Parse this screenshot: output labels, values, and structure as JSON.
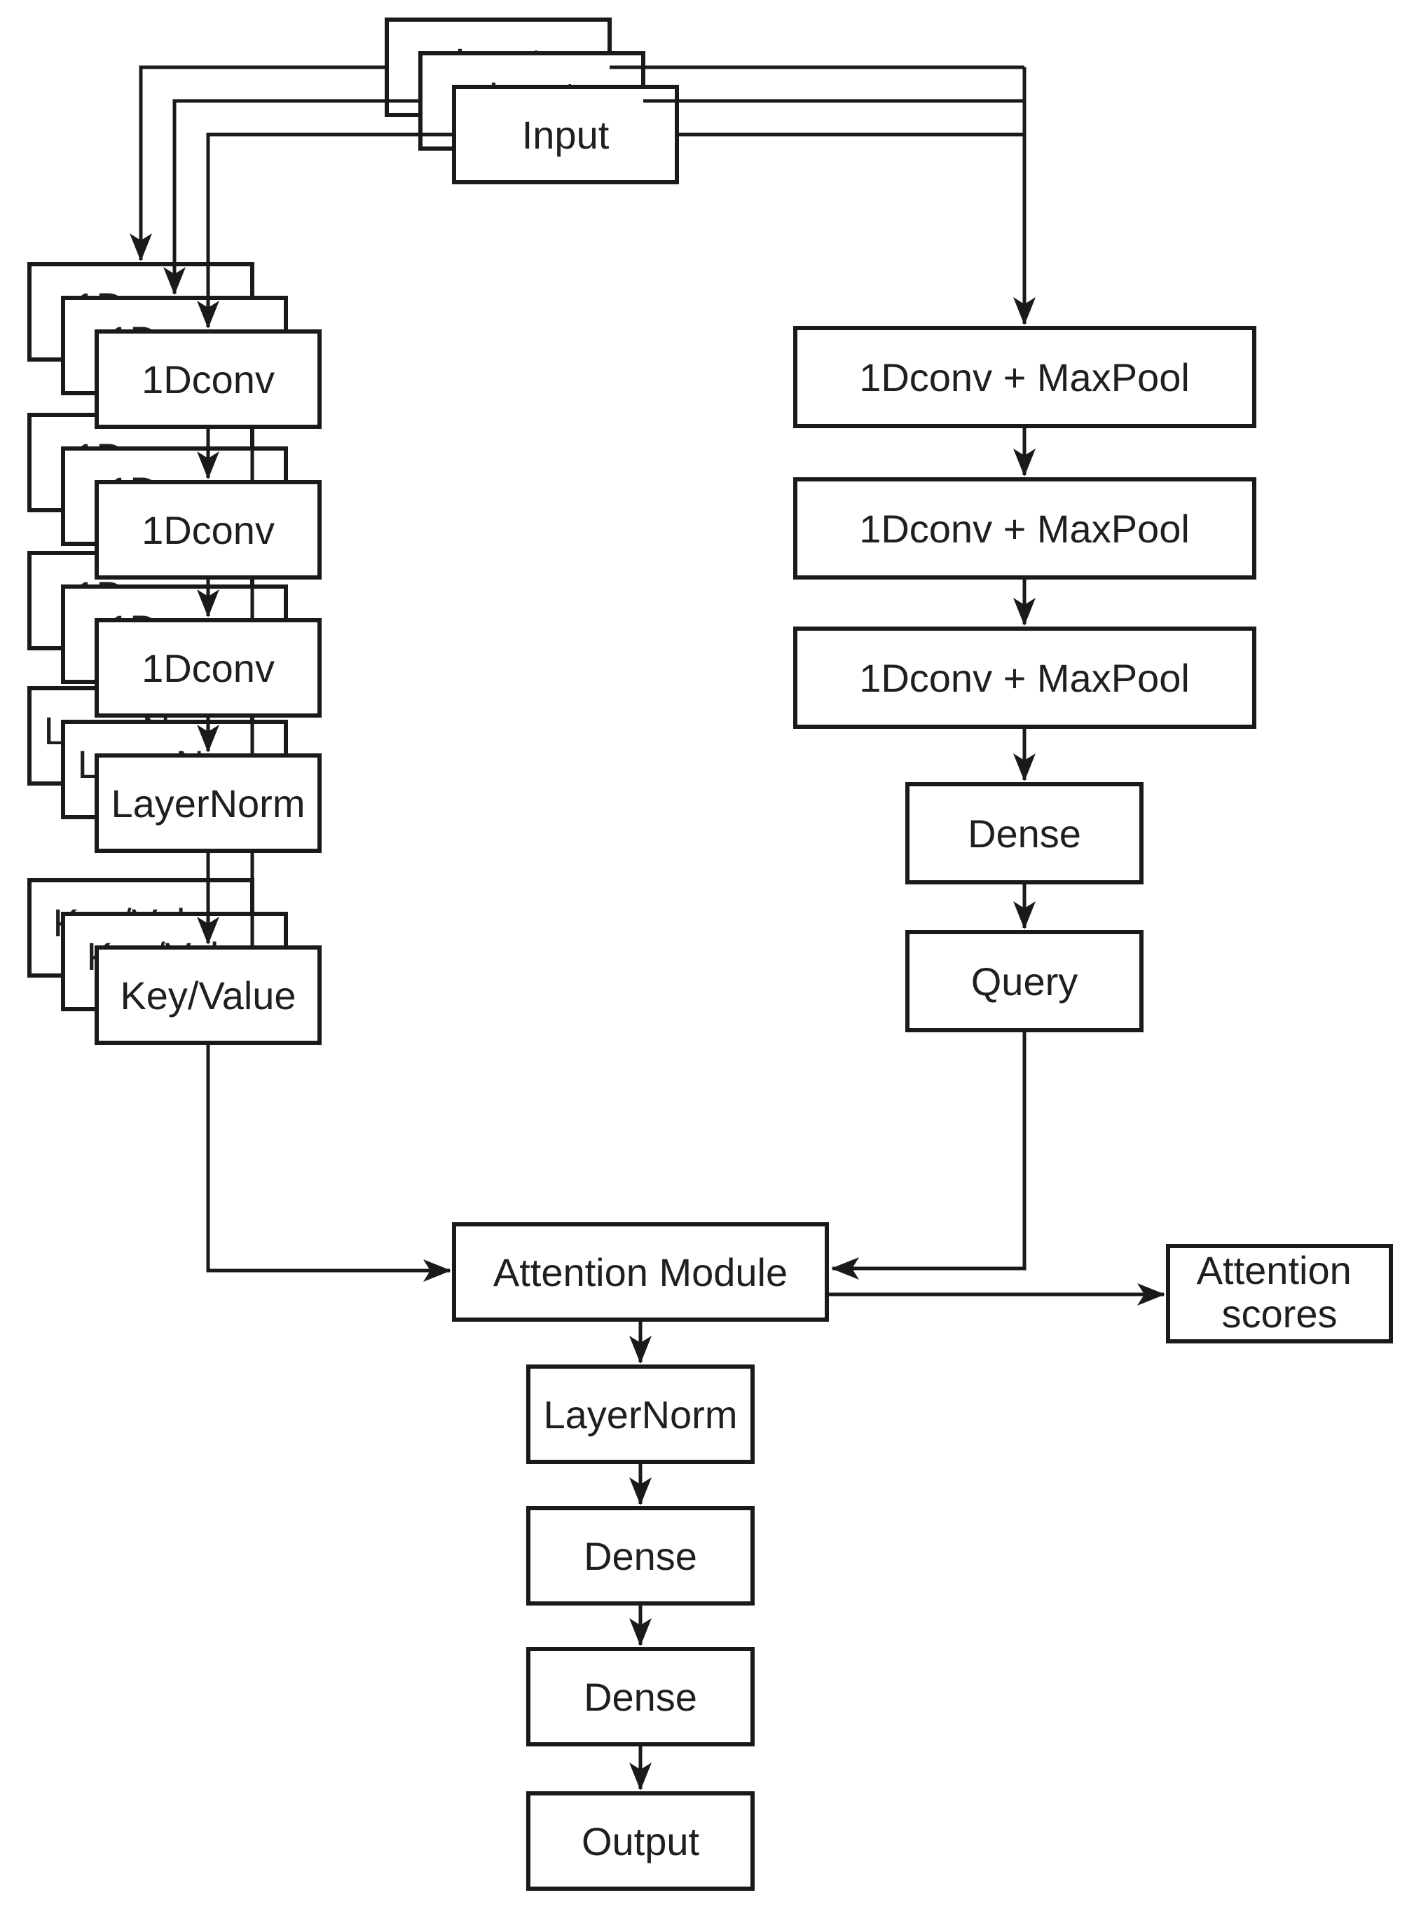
{
  "diagram": {
    "type": "flowchart",
    "background_color": "#ffffff",
    "line_color": "#1a1a1a",
    "nodes": {
      "input": {
        "label": "Input",
        "stacked_copies": 3
      },
      "conv1": {
        "label": "1Dconv",
        "stacked_copies": 3
      },
      "conv2": {
        "label": "1Dconv",
        "stacked_copies": 3
      },
      "conv3": {
        "label": "1Dconv",
        "stacked_copies": 3
      },
      "layernorm_encoder": {
        "label": "LayerNorm",
        "stacked_copies": 3
      },
      "key_value": {
        "label": "Key/Value",
        "stacked_copies": 3
      },
      "convpool1": {
        "label": "1Dconv + MaxPool"
      },
      "convpool2": {
        "label": "1Dconv + MaxPool"
      },
      "convpool3": {
        "label": "1Dconv + MaxPool"
      },
      "dense_query": {
        "label": "Dense"
      },
      "query": {
        "label": "Query"
      },
      "attention_module": {
        "label": "Attention Module"
      },
      "attention_scores": {
        "lines": [
          "Attention",
          "scores"
        ]
      },
      "layernorm_output": {
        "label": "LayerNorm"
      },
      "dense_output1": {
        "label": "Dense"
      },
      "dense_output2": {
        "label": "Dense"
      },
      "output": {
        "label": "Output"
      }
    }
  }
}
